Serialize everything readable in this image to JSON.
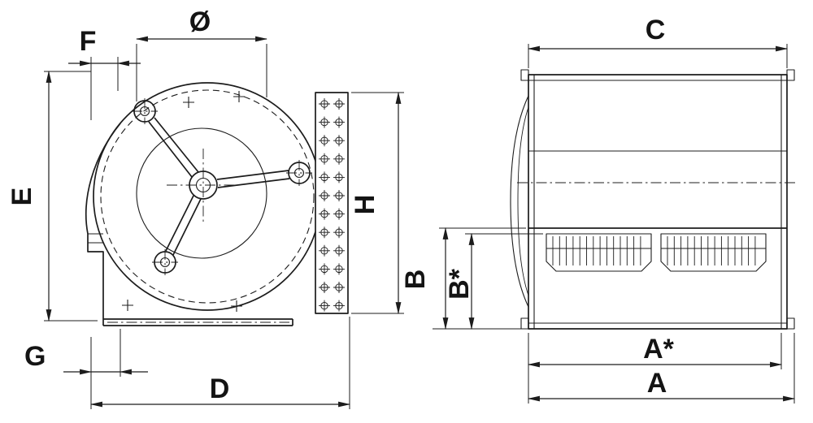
{
  "drawing": {
    "type": "technical-dimension-drawing",
    "labels": {
      "diameter": "Ø",
      "f": "F",
      "e": "E",
      "g": "G",
      "d": "D",
      "h": "H",
      "c": "C",
      "b": "B",
      "b_star": "B*",
      "a_star": "A*",
      "a": "A"
    },
    "colors": {
      "ink": "#1c1c1c",
      "background": "#ffffff"
    }
  }
}
